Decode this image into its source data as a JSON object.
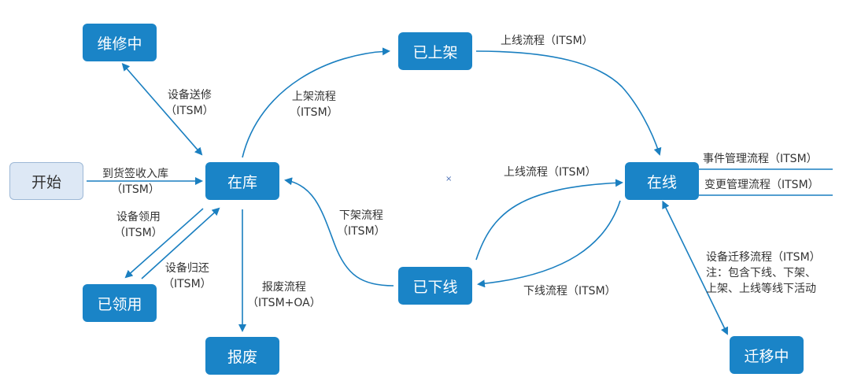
{
  "colors": {
    "node": "#1a84c7",
    "start_node": "#dde8f5",
    "edge": "#1a7fc0",
    "text": "#333333"
  },
  "nodes": {
    "start": "开始",
    "in_stock": "在库",
    "repairing": "维修中",
    "claimed": "已领用",
    "scrapped": "报废",
    "shelved": "已上架",
    "offline": "已下线",
    "online": "在线",
    "migrating": "迁移中"
  },
  "edges": {
    "receive": {
      "line1": "到货签收入库",
      "line2": "（ITSM）"
    },
    "repair": {
      "line1": "设备送修",
      "line2": "（ITSM）"
    },
    "claim": {
      "line1": "设备领用",
      "line2": "（ITSM）"
    },
    "return": {
      "line1": "设备归还",
      "line2": "（ITSM）"
    },
    "scrap": {
      "line1": "报废流程",
      "line2": "（ITSM+OA）"
    },
    "shelve": {
      "line1": "上架流程",
      "line2": "（ITSM）"
    },
    "unshelve": {
      "line1": "下架流程",
      "line2": "（ITSM）"
    },
    "go_online_top": "上线流程（ITSM）",
    "go_online_mid": "上线流程（ITSM）",
    "go_offline": "下线流程（ITSM）",
    "incident": "事件管理流程（ITSM）",
    "change": "变更管理流程（ITSM）",
    "migrate": {
      "line1": "设备迁移流程（ITSM）",
      "line2": "注：包含下线、下架、",
      "line3": "上架、上线等线下活动"
    }
  },
  "marker": "×"
}
